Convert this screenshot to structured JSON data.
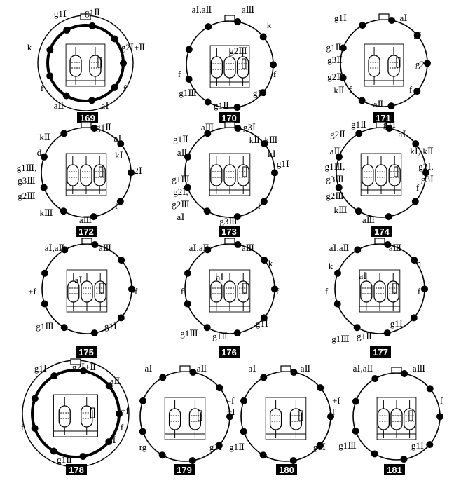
{
  "diagrams": [
    {
      "number": "169",
      "labels": [
        "g1Ⅰ",
        "g1Ⅱ",
        "k",
        "g2Ⅰ+Ⅱ",
        "f",
        "f",
        "aⅡ",
        "aⅠ",
        "169"
      ]
    },
    {
      "number": "170",
      "labels": [
        "aⅠ,aⅡ",
        "aⅢ",
        "k",
        "f",
        "f",
        "g1Ⅲ",
        "g1Ⅰ",
        "g1Ⅱ",
        "g2Ⅲ",
        "170"
      ]
    },
    {
      "number": "171",
      "labels": [
        "g1Ⅰ",
        "aⅠ",
        "kⅠ",
        "g1Ⅱ,",
        "g3Ⅱ",
        "g2Ⅱ",
        "g2Ⅰ",
        "kⅡ",
        "f",
        "f",
        "aⅡ",
        "171"
      ]
    },
    {
      "number": "172",
      "labels": [
        "kⅡ",
        "g1Ⅱ",
        "aⅠ",
        "d",
        "kⅠ",
        "g1Ⅲ,",
        "g3Ⅲ",
        "g2Ⅰ",
        "g2Ⅲ",
        "kⅢ",
        "f",
        "aⅢ",
        "172"
      ]
    },
    {
      "number": "173",
      "labels": [
        "aⅢ",
        "g3Ⅰ",
        "g1Ⅱ",
        "aⅡ",
        "kⅡ, kⅢ",
        "kⅠ",
        "g1Ⅰ",
        "g1Ⅲ",
        "g2Ⅰ,",
        "g2Ⅲ",
        "aⅠ",
        "f",
        "g3Ⅲ",
        "173"
      ]
    },
    {
      "number": "174",
      "labels": [
        "g1Ⅱ",
        "g1Ⅰ",
        "g2Ⅱ",
        "aⅠ",
        "aⅡ",
        "kⅠ, kⅡ",
        "g1Ⅲ,",
        "g3Ⅲ",
        "g2Ⅰ,",
        "g3Ⅰ",
        "g2Ⅲ",
        "f",
        "kⅢ",
        "aⅢ",
        "174"
      ]
    },
    {
      "number": "175",
      "labels": [
        "aⅠ,aⅡ",
        "aⅢ",
        "+f",
        "-f",
        "aⅠ",
        "g1Ⅲ",
        "g1Ⅰ",
        "175"
      ]
    },
    {
      "number": "176",
      "labels": [
        "aⅠ,aⅡ",
        "aⅢ",
        "k",
        "f",
        "f",
        "aⅠ",
        "g1Ⅲ",
        "g1Ⅰ",
        "g1Ⅱ",
        "176"
      ]
    },
    {
      "number": "177",
      "labels": [
        "aⅠ,aⅡ",
        "aⅢ",
        "k",
        "m",
        "f",
        "f",
        "aⅠ",
        "g1Ⅲ",
        "g1Ⅰ",
        "g1Ⅱ",
        "177"
      ]
    },
    {
      "number": "178",
      "labels": [
        "g1Ⅰ",
        "g2Ⅰ+Ⅱ",
        "aⅡ",
        "f",
        "f",
        "aⅠ",
        "g1Ⅱ",
        "178"
      ]
    },
    {
      "number": "179",
      "labels": [
        "aⅠ",
        "aⅡ",
        "+f",
        "-f",
        "rg",
        "g1Ⅰ",
        "179"
      ]
    },
    {
      "number": "180",
      "labels": [
        "aⅠ",
        "aⅡ",
        "+f",
        "-f",
        "g1Ⅱ",
        "g1Ⅰ",
        "180"
      ]
    },
    {
      "number": "181",
      "labels": [
        "aⅠ,aⅡ",
        "aⅢ",
        "+f",
        "f",
        "g1Ⅲ",
        "g1Ⅰ",
        "181"
      ]
    }
  ]
}
